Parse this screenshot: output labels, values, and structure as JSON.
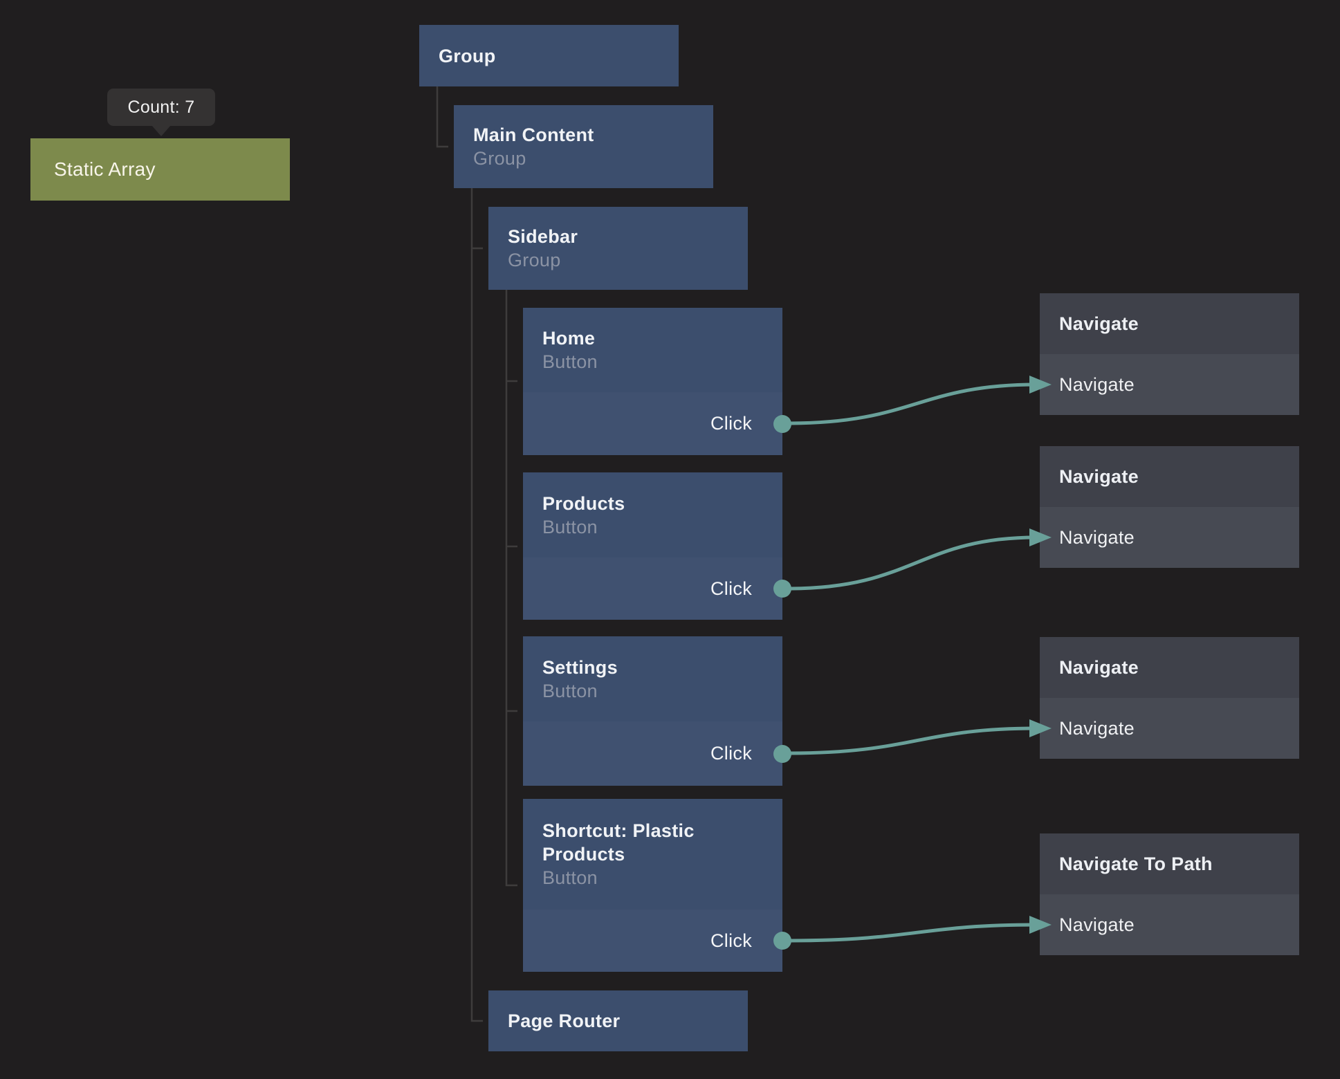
{
  "tooltip": {
    "text": "Count: 7"
  },
  "nodes": {
    "static_array": {
      "title": "Static Array"
    },
    "group": {
      "title": "Group"
    },
    "main_content": {
      "title": "Main Content",
      "subtitle": "Group"
    },
    "sidebar": {
      "title": "Sidebar",
      "subtitle": "Group"
    },
    "home": {
      "title": "Home",
      "subtitle": "Button",
      "port": "Click"
    },
    "products": {
      "title": "Products",
      "subtitle": "Button",
      "port": "Click"
    },
    "settings": {
      "title": "Settings",
      "subtitle": "Button",
      "port": "Click"
    },
    "shortcut": {
      "title": "Shortcut: Plastic Products",
      "subtitle": "Button",
      "port": "Click"
    },
    "page_router": {
      "title": "Page Router"
    },
    "navigate_home": {
      "title": "Navigate",
      "input": "Navigate"
    },
    "navigate_products": {
      "title": "Navigate",
      "input": "Navigate"
    },
    "navigate_settings": {
      "title": "Navigate",
      "input": "Navigate"
    },
    "navigate_to_path": {
      "title": "Navigate To Path",
      "input": "Navigate"
    }
  },
  "connections": [
    {
      "from": "Home.Click",
      "to": "Navigate.Navigate"
    },
    {
      "from": "Products.Click",
      "to": "Navigate.Navigate"
    },
    {
      "from": "Settings.Click",
      "to": "Navigate.Navigate"
    },
    {
      "from": "Shortcut: Plastic Products.Click",
      "to": "Navigate To Path.Navigate"
    }
  ],
  "colors": {
    "background": "#201e1f",
    "node_blue": "#3c4e6d",
    "node_blue_footer": "#405170",
    "node_gray_header": "#3f414a",
    "node_gray_row": "#474a53",
    "node_green": "#7d8a4c",
    "edge_teal": "#69a099",
    "tree_line": "#3e3c3c",
    "tooltip_bg": "#343232",
    "title_text": "#f1f3f6",
    "subtitle_text": "#8b93a4"
  }
}
